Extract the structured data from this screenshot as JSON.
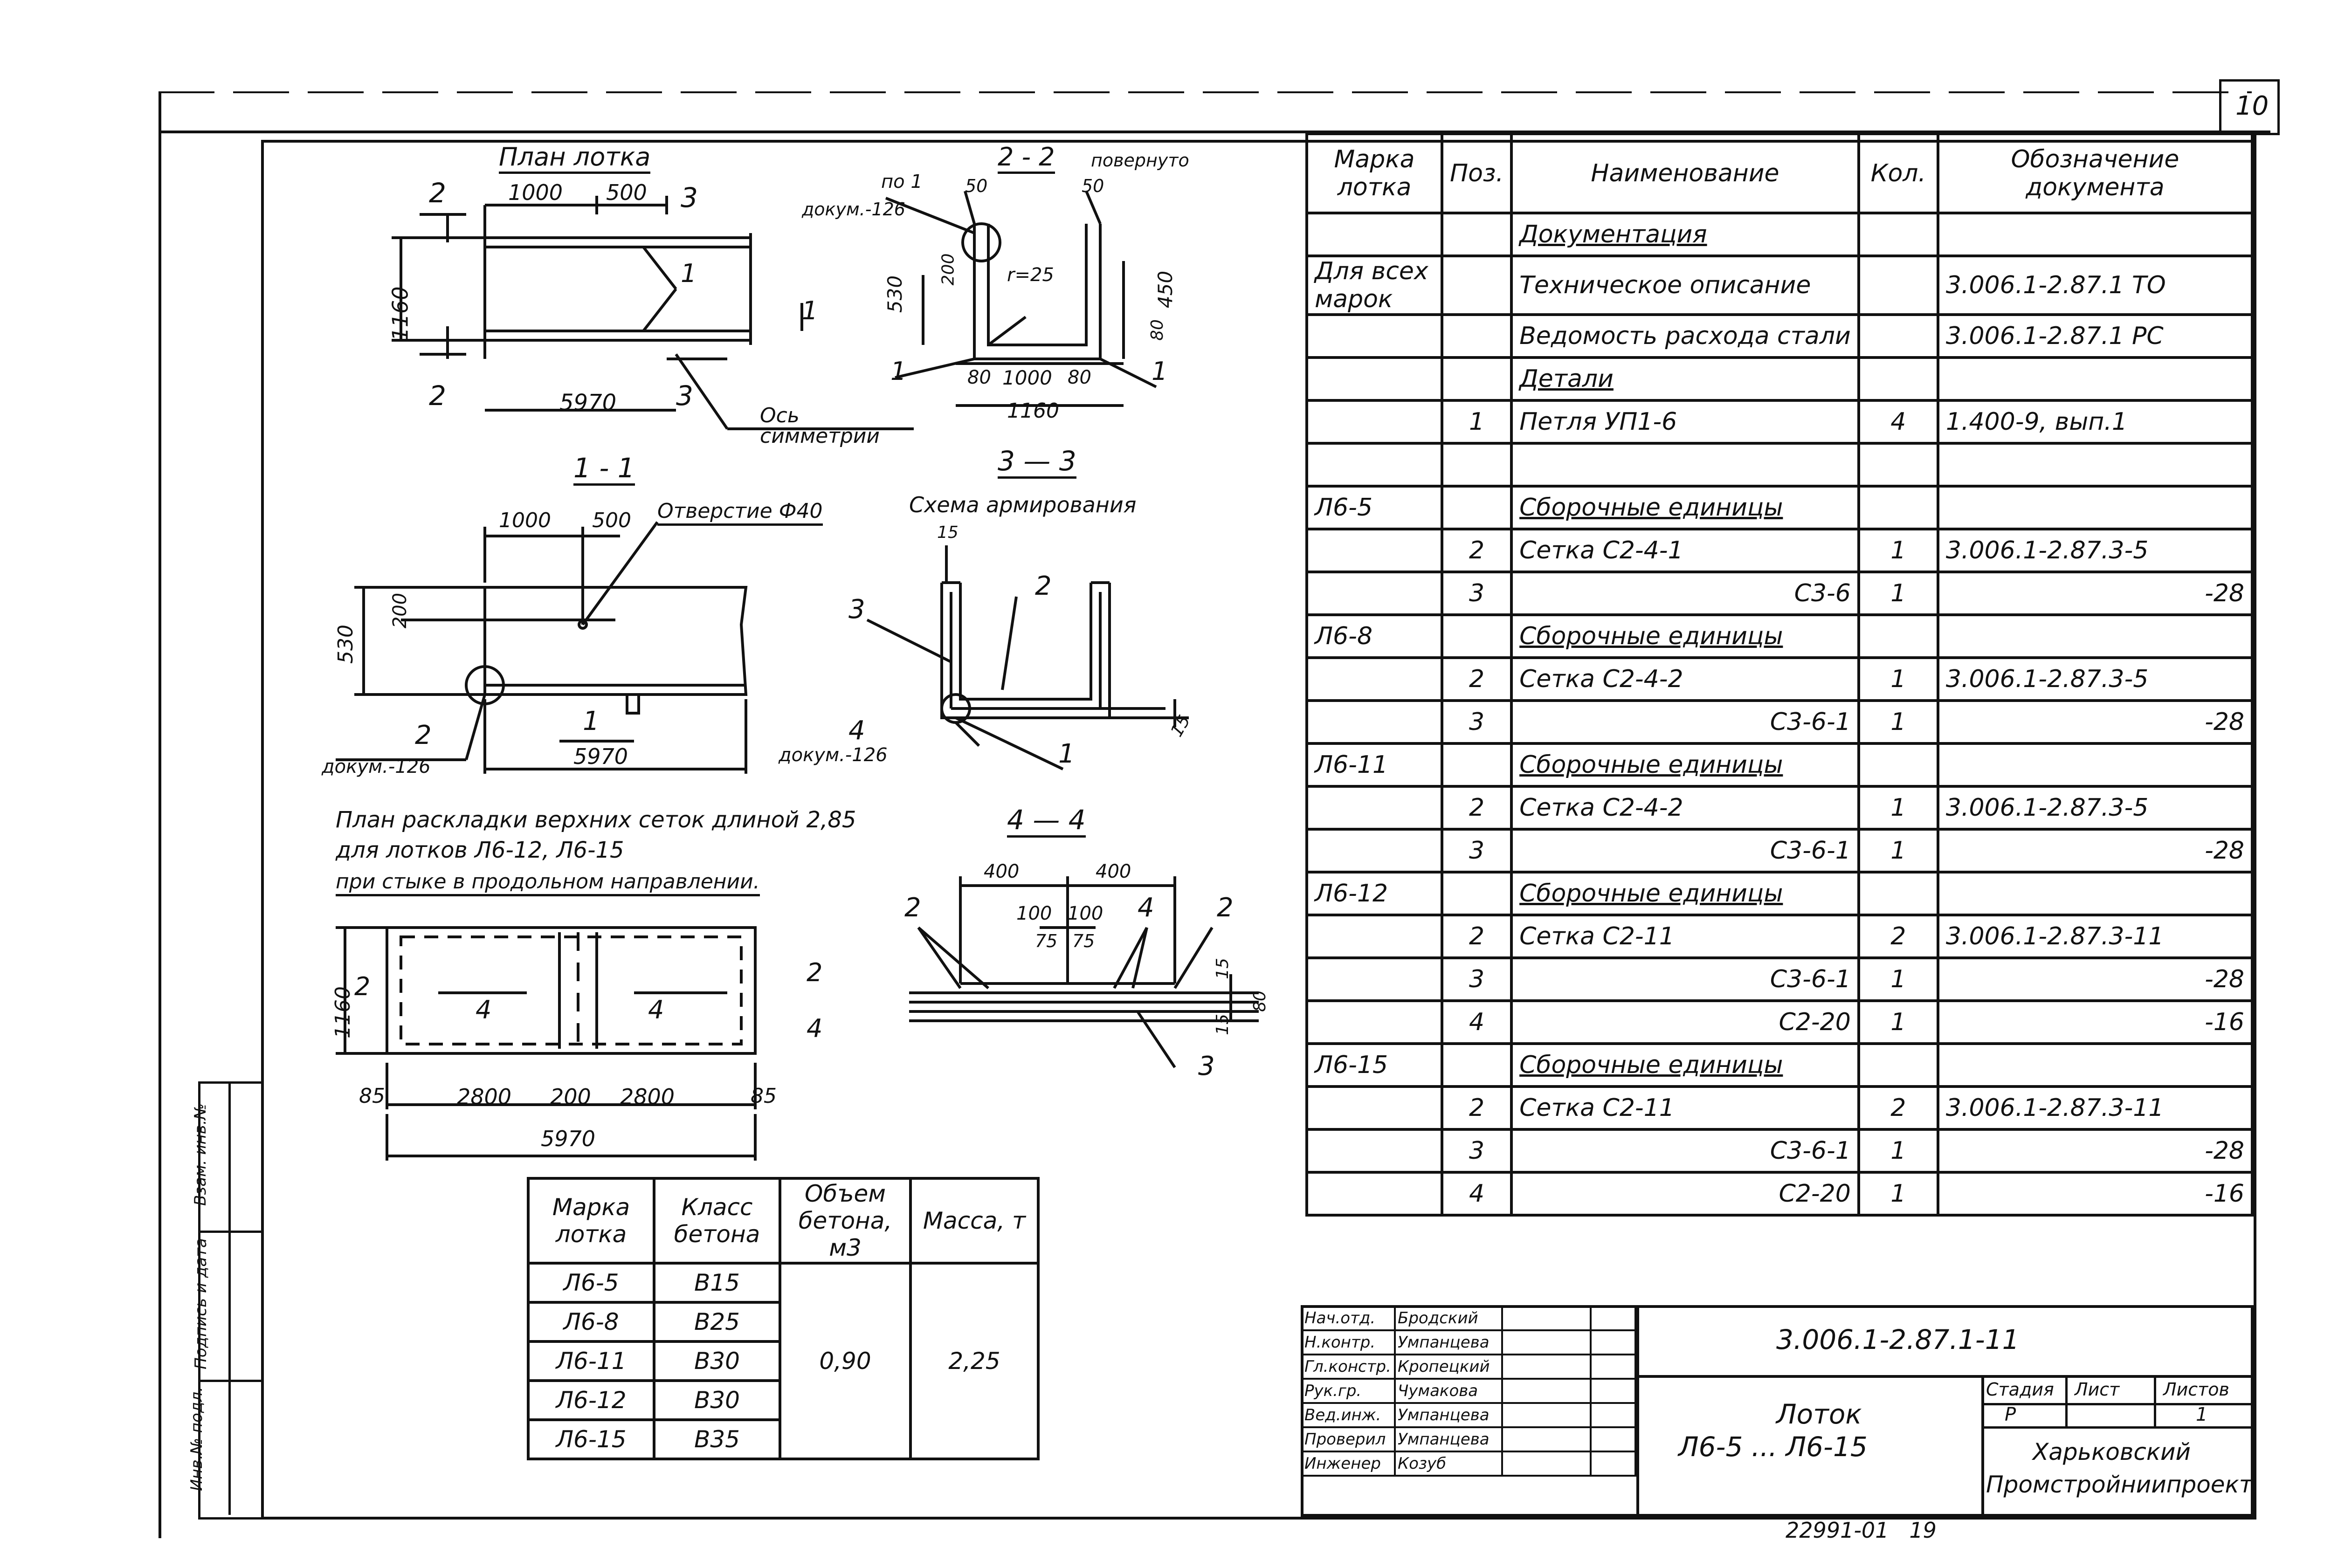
{
  "page_number": "10",
  "bottom_code": "22991-01",
  "bottom_page": "19",
  "side_stamp": [
    "Инв.№ подл.",
    "Подпись и дата",
    "Взам. инв.№"
  ],
  "views": {
    "plan": {
      "title": "План лотка",
      "d1": "1000",
      "d2": "500",
      "d3": "5970",
      "d4": "1160",
      "m2": "2",
      "m3": "3",
      "m1": "1",
      "axis": "Ось симметрии"
    },
    "s22": {
      "title": "2 - 2",
      "turned": "повернуто",
      "ref": "по 1",
      "ref_doc": "докум.-126",
      "d50a": "50",
      "d50b": "50",
      "d530": "530",
      "d200": "200",
      "r": "r=25",
      "d450": "450",
      "d80a": "80",
      "d80b": "80",
      "d80c": "80",
      "d1000": "1000",
      "d1160": "1160",
      "m1": "1"
    },
    "s11": {
      "title": "1 - 1",
      "d1000": "1000",
      "d500": "500",
      "hole": "Отверстие Ф40",
      "d200": "200",
      "d530": "530",
      "d5970": "5970",
      "m2": "2",
      "m1": "1",
      "ref_doc": "докум.-126"
    },
    "s33": {
      "title": "3 — 3",
      "sub": "Схема армирования",
      "d15a": "15",
      "d15b": "15",
      "m3": "3",
      "m2": "2",
      "m1": "1",
      "m4": "4",
      "ref_doc": "докум.-126"
    },
    "layout": {
      "title_lines": [
        "План раскладки верхних сеток длиной 2,85",
        "для лотков Л6-12, Л6-15",
        "при стыке в продольном направлении."
      ],
      "d1160": "1160",
      "d85a": "85",
      "d2800a": "2800",
      "d200": "200",
      "d2800b": "2800",
      "d85b": "85",
      "d5970": "5970",
      "m2": "2",
      "m4": "4",
      "m4a": "4",
      "m4b": "4"
    },
    "s44": {
      "title": "4 — 4",
      "d400a": "400",
      "d400b": "400",
      "d100a": "100",
      "d100b": "100",
      "d75a": "75",
      "d75b": "75",
      "d15a": "15",
      "d15b": "15",
      "d80": "80",
      "m2": "2",
      "m4": "4",
      "m3": "3"
    }
  },
  "spec_table": {
    "headers": [
      "Марка лотка",
      "Поз.",
      "Наименование",
      "Кол.",
      "Обозначение документа"
    ],
    "rows": [
      {
        "mark": "",
        "pos": "",
        "name": "Документация",
        "qty": "",
        "doc": "",
        "hdr": true
      },
      {
        "mark": "Для всех марок",
        "pos": "",
        "name": "Техническое описание",
        "qty": "",
        "doc": "3.006.1-2.87.1    ТО"
      },
      {
        "mark": "",
        "pos": "",
        "name": "Ведомость расхода стали",
        "qty": "",
        "doc": "3.006.1-2.87.1    РС"
      },
      {
        "mark": "",
        "pos": "",
        "name": "Детали",
        "qty": "",
        "doc": "",
        "hdr": true
      },
      {
        "mark": "",
        "pos": "1",
        "name": "Петля   УП1-6",
        "qty": "4",
        "doc": "1.400-9, вып.1"
      },
      {
        "mark": "",
        "pos": "",
        "name": "",
        "qty": "",
        "doc": ""
      },
      {
        "mark": "Л6-5",
        "pos": "",
        "name": "Сборочные единицы",
        "qty": "",
        "doc": "",
        "hdr": true
      },
      {
        "mark": "",
        "pos": "2",
        "name": "Сетка   С2-4-1",
        "qty": "1",
        "doc": "3.006.1-2.87.3-5"
      },
      {
        "mark": "",
        "pos": "3",
        "name": "С3-6",
        "qty": "1",
        "doc": "-28"
      },
      {
        "mark": "Л6-8",
        "pos": "",
        "name": "Сборочные единицы",
        "qty": "",
        "doc": "",
        "hdr": true
      },
      {
        "mark": "",
        "pos": "2",
        "name": "Сетка   С2-4-2",
        "qty": "1",
        "doc": "3.006.1-2.87.3-5"
      },
      {
        "mark": "",
        "pos": "3",
        "name": "С3-6-1",
        "qty": "1",
        "doc": "-28"
      },
      {
        "mark": "Л6-11",
        "pos": "",
        "name": "Сборочные единицы",
        "qty": "",
        "doc": "",
        "hdr": true
      },
      {
        "mark": "",
        "pos": "2",
        "name": "Сетка   С2-4-2",
        "qty": "1",
        "doc": "3.006.1-2.87.3-5"
      },
      {
        "mark": "",
        "pos": "3",
        "name": "С3-6-1",
        "qty": "1",
        "doc": "-28"
      },
      {
        "mark": "Л6-12",
        "pos": "",
        "name": "Сборочные единицы",
        "qty": "",
        "doc": "",
        "hdr": true
      },
      {
        "mark": "",
        "pos": "2",
        "name": "Сетка   С2-11",
        "qty": "2",
        "doc": "3.006.1-2.87.3-11"
      },
      {
        "mark": "",
        "pos": "3",
        "name": "С3-6-1",
        "qty": "1",
        "doc": "-28"
      },
      {
        "mark": "",
        "pos": "4",
        "name": "С2-20",
        "qty": "1",
        "doc": "-16"
      },
      {
        "mark": "Л6-15",
        "pos": "",
        "name": "Сборочные единицы",
        "qty": "",
        "doc": "",
        "hdr": true
      },
      {
        "mark": "",
        "pos": "2",
        "name": "Сетка   С2-11",
        "qty": "2",
        "doc": "3.006.1-2.87.3-11"
      },
      {
        "mark": "",
        "pos": "3",
        "name": "С3-6-1",
        "qty": "1",
        "doc": "-28"
      },
      {
        "mark": "",
        "pos": "4",
        "name": "С2-20",
        "qty": "1",
        "doc": "-16"
      }
    ]
  },
  "concrete_table": {
    "headers": [
      "Марка лотка",
      "Класс бетона",
      "Объем бетона, м3",
      "Масса, т"
    ],
    "rows": [
      [
        "Л6-5",
        "В15"
      ],
      [
        "Л6-8",
        "В25"
      ],
      [
        "Л6-11",
        "В30"
      ],
      [
        "Л6-12",
        "В30"
      ],
      [
        "Л6-15",
        "В35"
      ]
    ],
    "volume": "0,90",
    "mass": "2,25"
  },
  "title_block": {
    "code": "3.006.1-2.87.1-11",
    "name_line1": "Лоток",
    "name_line2": "Л6-5 ... Л6-15",
    "stage_label": "Стадия",
    "sheet_label": "Лист",
    "sheets_label": "Листов",
    "stage": "Р",
    "sheets": "1",
    "org1": "Харьковский",
    "org2": "Промстройниипроект",
    "people": [
      [
        "Нач.отд.",
        "Бродский"
      ],
      [
        "Н.контр.",
        "Умпанцева"
      ],
      [
        "Гл.констр.",
        "Кропецкий"
      ],
      [
        "Рук.гр.",
        "Чумакова"
      ],
      [
        "Вед.инж.",
        "Умпанцева"
      ],
      [
        "Проверил",
        "Умпанцева"
      ],
      [
        "Инженер",
        "Козуб"
      ]
    ]
  }
}
